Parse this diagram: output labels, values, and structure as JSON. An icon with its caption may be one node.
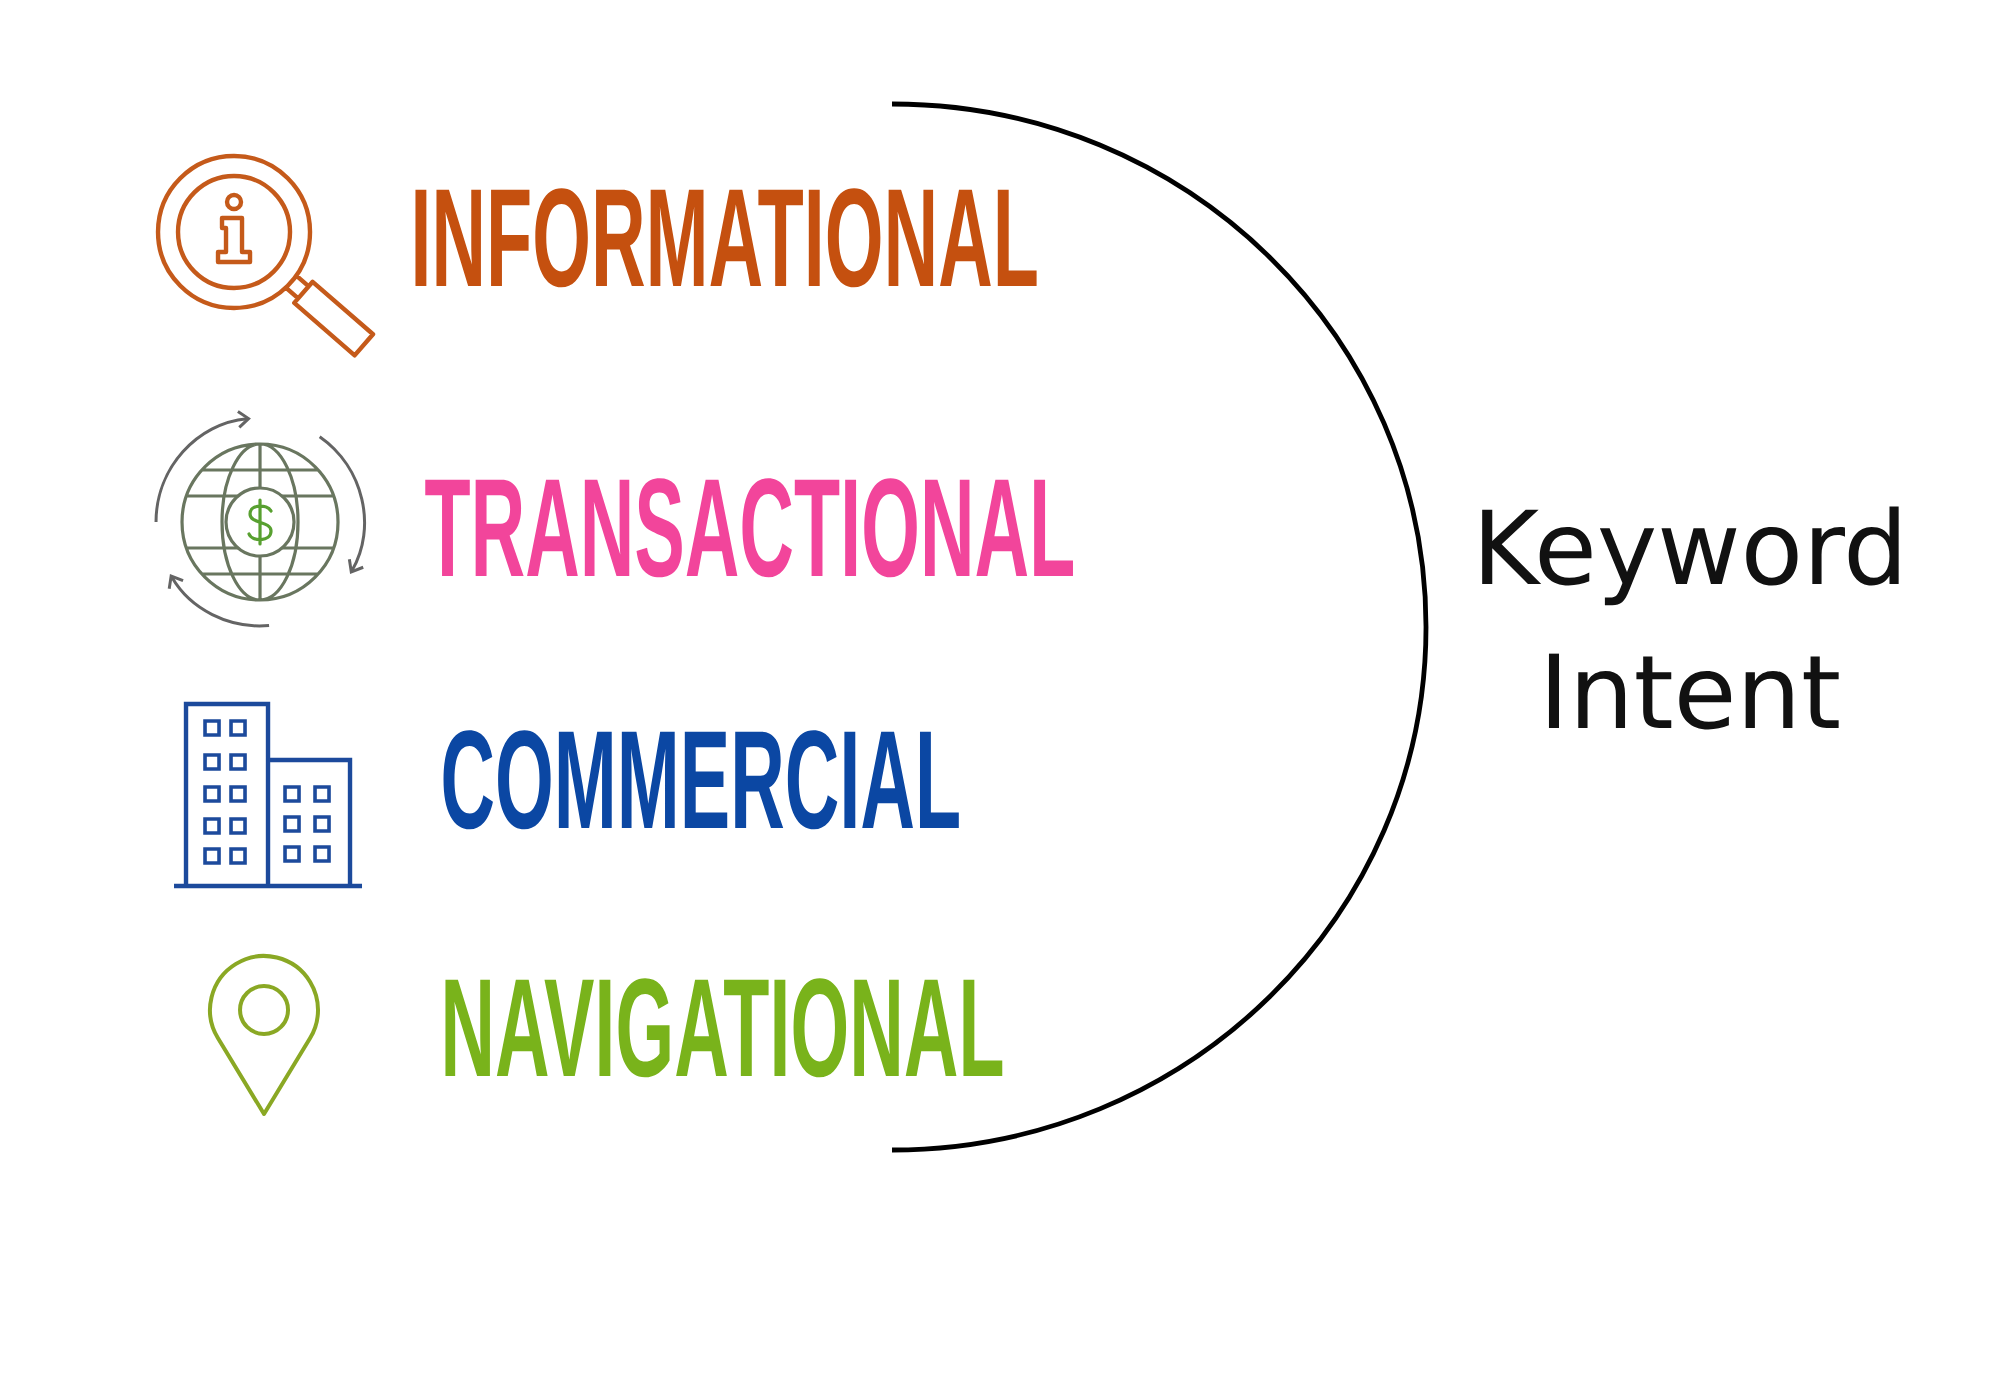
{
  "diagram": {
    "labels": [
      "INFORMATIONAL",
      "TRANSACTIONAL",
      "COMMERCIAL",
      "NAVIGATIONAL",
      "Keyword Intent"
    ]
  }
}
